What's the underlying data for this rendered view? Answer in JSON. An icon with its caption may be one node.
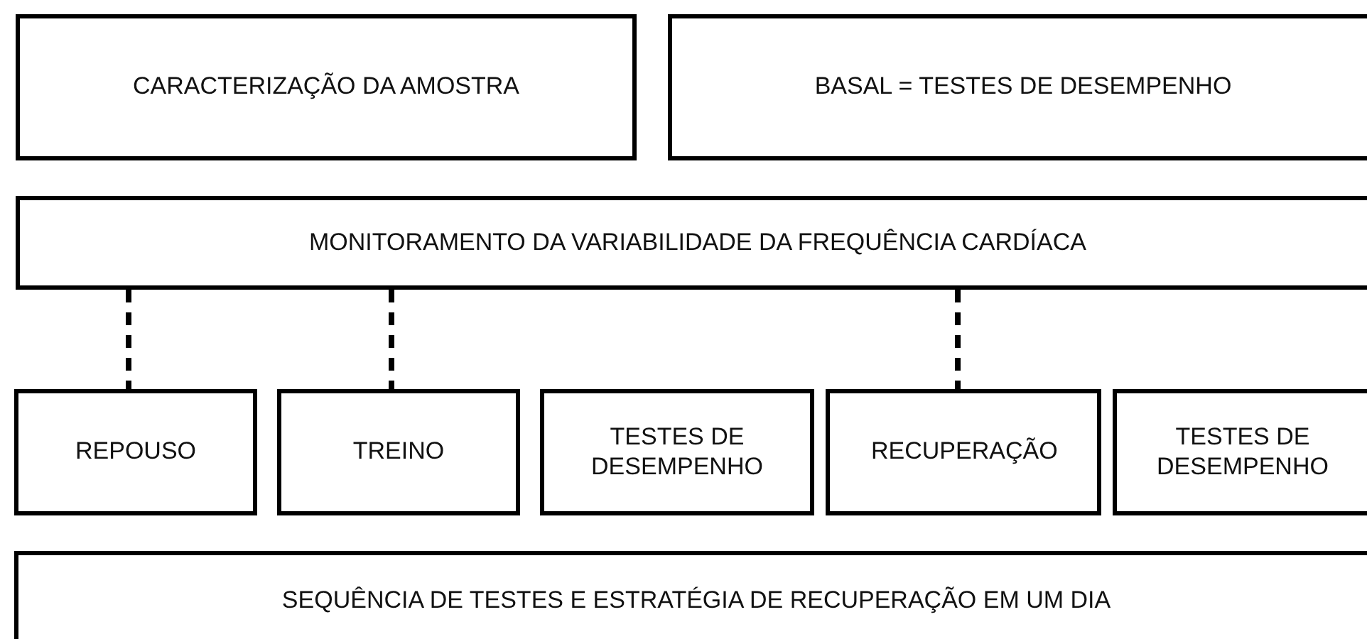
{
  "diagram": {
    "nodes": [
      {
        "text": [
          "CARACTERIZAÇÃO DA AMOSTRA"
        ]
      },
      {
        "text": [
          "BASAL = TESTES DE DESEMPENHO"
        ]
      },
      {
        "text": [
          "MONITORAMENTO DA VARIABILIDADE DA FREQUÊNCIA CARDÍACA"
        ]
      },
      {
        "text": [
          "REPOUSO"
        ]
      },
      {
        "text": [
          "TREINO"
        ]
      },
      {
        "text": [
          "TESTES DE DESEMPENHO"
        ]
      },
      {
        "text": [
          "RECUPERAÇÃO"
        ]
      },
      {
        "text": [
          "TESTES DE DESEMPENHO"
        ]
      },
      {
        "text": [
          "SEQUÊNCIA DE TESTES E ESTRATÉGIA DE RECUPERAÇÃO EM UM DIA"
        ]
      }
    ],
    "edges": [
      {
        "from": 2,
        "to": 3,
        "arrow": "none",
        "style": "dashed"
      },
      {
        "from": 2,
        "to": 4,
        "arrow": "none",
        "style": "dashed"
      },
      {
        "from": 2,
        "to": 6,
        "arrow": "none",
        "style": "dashed"
      }
    ]
  }
}
